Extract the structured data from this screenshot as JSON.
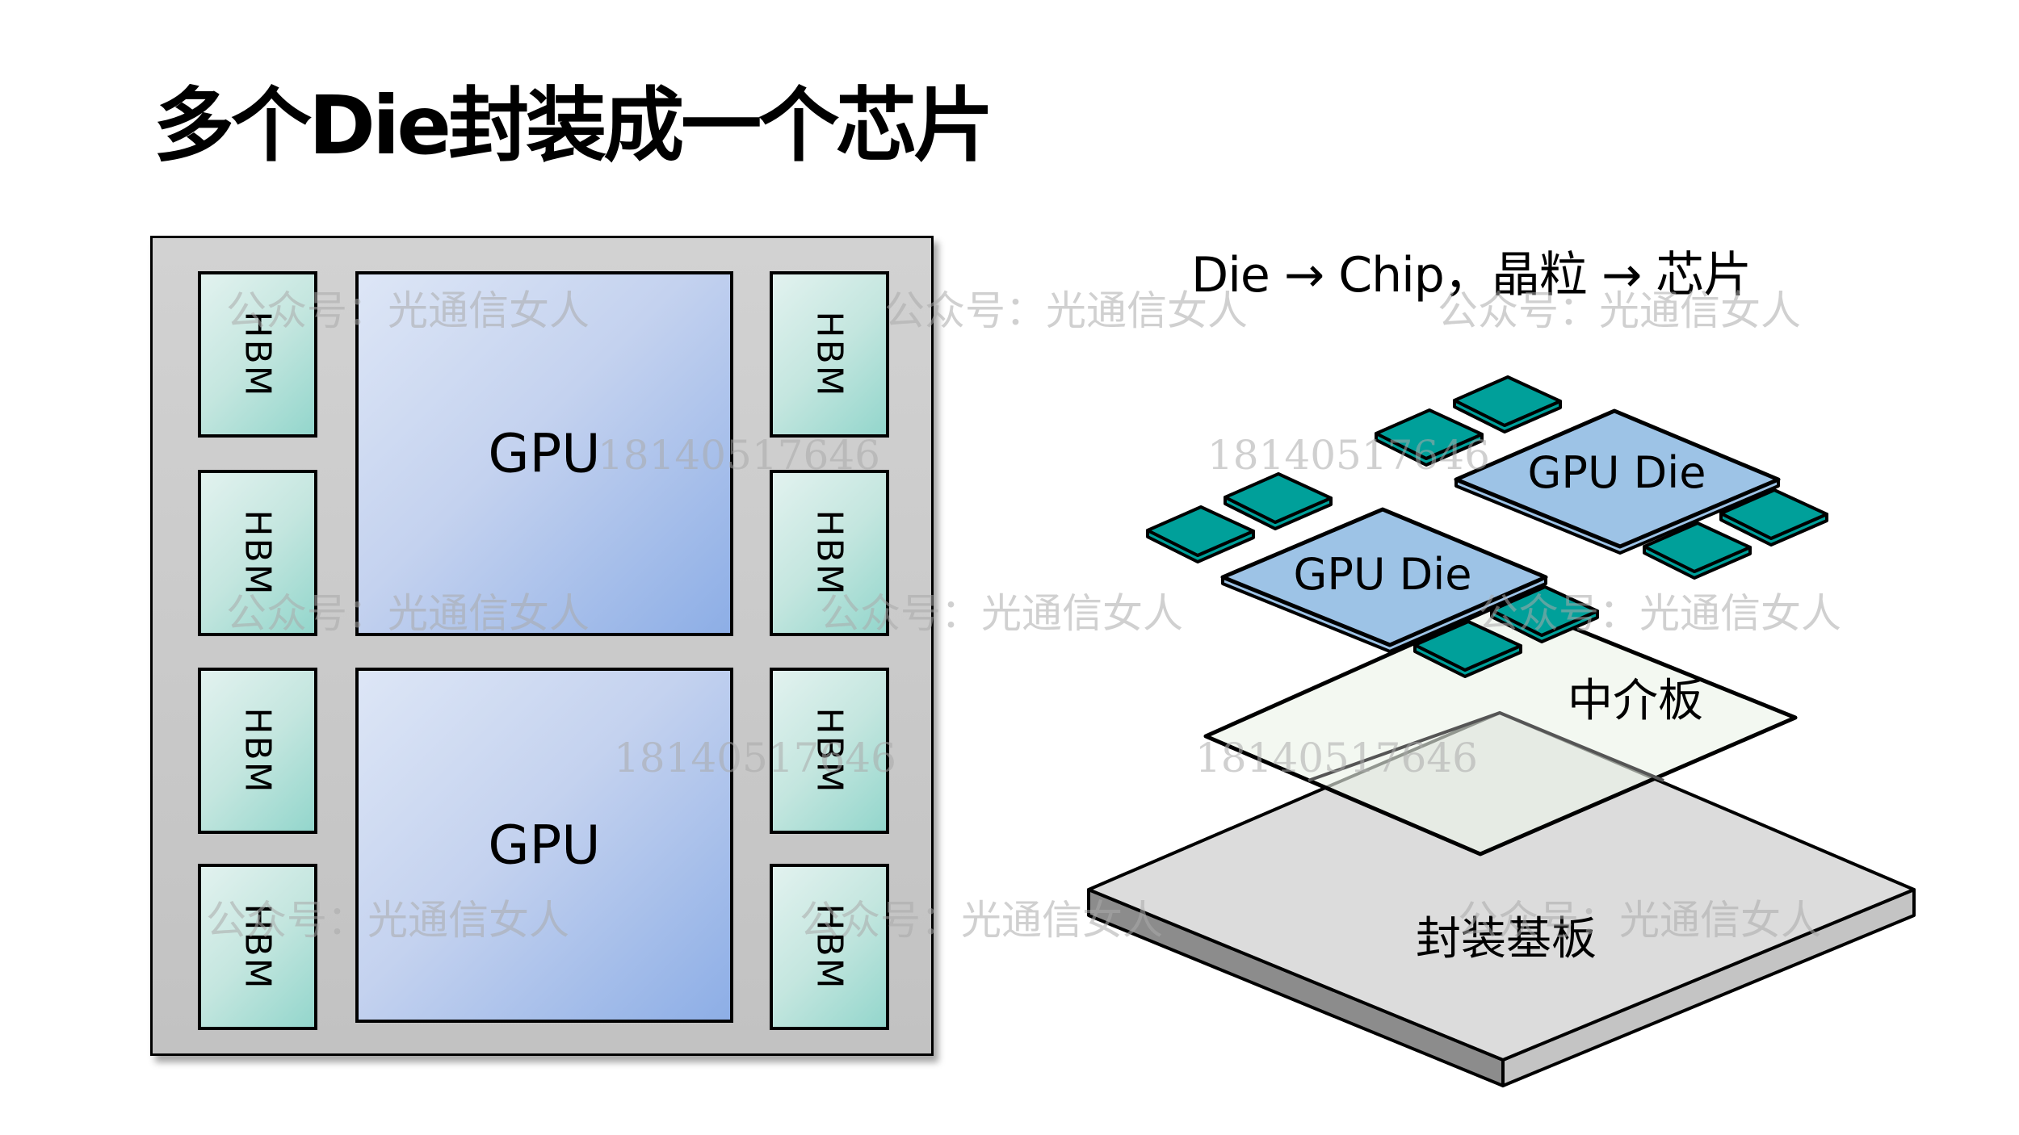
{
  "title": "多个Die封装成一个芯片",
  "subtitle": "Die → Chip，晶粒 → 芯片",
  "left_diagram": {
    "hbm_label": "HBM",
    "gpu_label": "GPU",
    "hbm_left": [
      "HBM",
      "HBM",
      "HBM",
      "HBM"
    ],
    "hbm_right": [
      "HBM",
      "HBM",
      "HBM",
      "HBM"
    ],
    "gpus": [
      "GPU",
      "GPU"
    ]
  },
  "right_diagram": {
    "gpu_dies": [
      "GPU Die",
      "GPU Die"
    ],
    "interposer_label": "中介板",
    "substrate_label": "封装基板"
  },
  "colors": {
    "hbm_teal": "#00a09a",
    "gpu_die_blue": "#9dc3e6",
    "interposer": "#f2f7f0",
    "substrate_top": "#dcdcdc",
    "package_gray": "#c8c8c8"
  },
  "watermarks": {
    "account": "公众号：光通信女人",
    "phone": "18140517646"
  }
}
